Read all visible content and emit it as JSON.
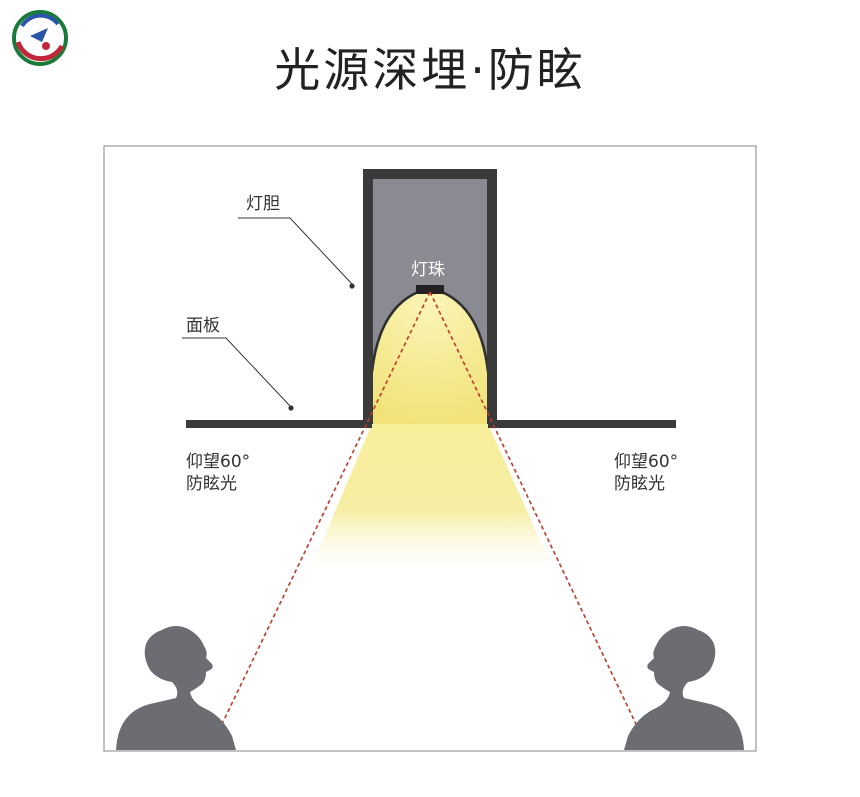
{
  "title": "光源深埋·防眩",
  "labels": {
    "lamp_body": "灯胆",
    "led": "灯珠",
    "panel": "面板",
    "left_angle": "仰望60°",
    "left_glare": "防眩光",
    "right_angle": "仰望60°",
    "right_glare": "防眩光"
  },
  "colors": {
    "frame_dark": "#3a3a3a",
    "cavity_gray": "#8a8b92",
    "beam_yellow": "#f4e98c",
    "ray_red": "#c0392b",
    "silhouette": "#6b6d72"
  },
  "icons": {
    "logo": "brand-logo-icon",
    "person_left": "person-looking-up-icon",
    "person_right": "person-looking-up-icon"
  }
}
